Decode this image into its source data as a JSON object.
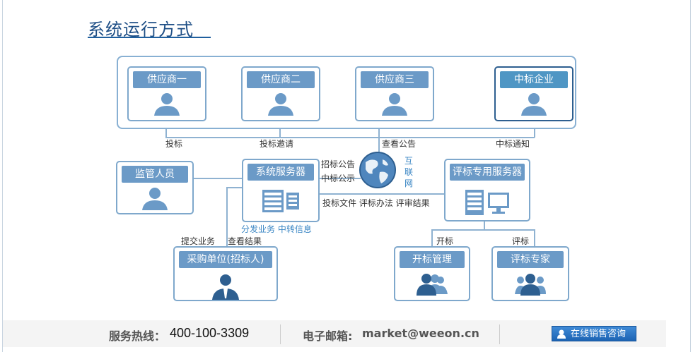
{
  "title": "系统运行方式",
  "suppliers": [
    {
      "label": "供应商一"
    },
    {
      "label": "供应商二"
    },
    {
      "label": "供应商三"
    },
    {
      "label": "中标企业"
    }
  ],
  "top_links": {
    "bid": "投标",
    "invite": "投标邀请",
    "view_notice": "查看公告",
    "award_notice": "中标通知"
  },
  "supervisor": {
    "label": "监管人员"
  },
  "system_server": {
    "label": "系统服务器",
    "caption": "分发业务  中转信息"
  },
  "internet": {
    "label": [
      "互",
      "联",
      "网"
    ]
  },
  "notices": {
    "bid_notice": "招标公告",
    "award_public": "中标公示"
  },
  "eval_server": {
    "label": "评标专用服务器"
  },
  "eval_links": "投标文件  评标办法  评审结果",
  "buyer": {
    "label": "采购单位(招标人)",
    "submit": "提交业务",
    "view_result": "查看结果"
  },
  "open_mgmt": {
    "label": "开标管理",
    "link": "开标"
  },
  "eval_expert": {
    "label": "评标专家",
    "link": "评标"
  },
  "footer": {
    "hotline_label": "服务热线：",
    "hotline": "400-100-3309",
    "email_label": "电子邮箱: ",
    "email": "market@weeon.cn",
    "consult_button": "在线销售咨询"
  },
  "colors": {
    "accent": "#6b9ac7",
    "border": "#7fa8cc",
    "title": "#1f4f86"
  }
}
